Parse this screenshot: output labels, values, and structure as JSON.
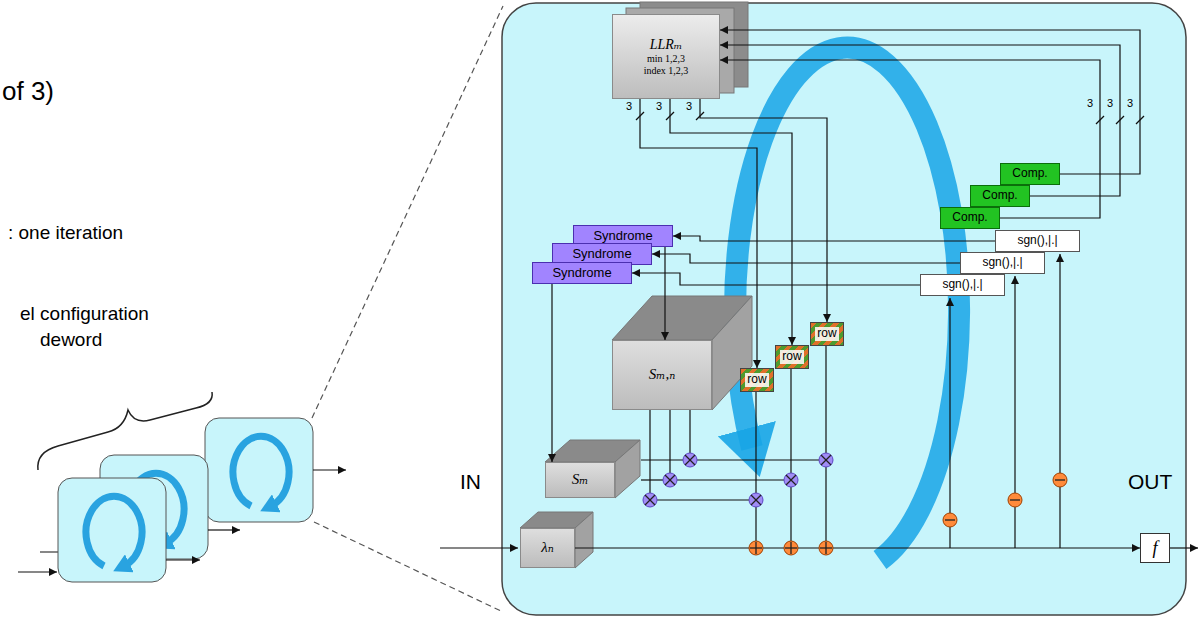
{
  "diagram": {
    "nodes": [
      {
        "text": [
          "LLRₘ",
          "min 1,2,3",
          "index 1,2,3"
        ]
      },
      {
        "text": [
          "Comp."
        ]
      },
      {
        "text": [
          "Comp."
        ]
      },
      {
        "text": [
          "Comp."
        ]
      },
      {
        "text": [
          "sgn(),|.|"
        ]
      },
      {
        "text": [
          "sgn(),|.|"
        ]
      },
      {
        "text": [
          "sgn(),|.|"
        ]
      },
      {
        "text": [
          "Syndrome"
        ]
      },
      {
        "text": [
          "Syndrome"
        ]
      },
      {
        "text": [
          "Syndrome"
        ]
      },
      {
        "text": [
          "Sₘ,ₙ"
        ]
      },
      {
        "text": [
          "Sₘ"
        ]
      },
      {
        "text": [
          "λₙ"
        ]
      },
      {
        "text": [
          "row"
        ]
      },
      {
        "text": [
          "row"
        ]
      },
      {
        "text": [
          "row"
        ]
      },
      {
        "text": [
          "f"
        ]
      }
    ],
    "edges": [
      {
        "from": 1,
        "to": 0,
        "arrow": "to"
      },
      {
        "from": 2,
        "to": 0,
        "arrow": "to"
      },
      {
        "from": 3,
        "to": 0,
        "arrow": "to"
      },
      {
        "from": 4,
        "to": 7,
        "arrow": "to"
      },
      {
        "from": 5,
        "to": 8,
        "arrow": "to"
      },
      {
        "from": 6,
        "to": 9,
        "arrow": "to"
      },
      {
        "from": 0,
        "to": 13,
        "arrow": "to"
      },
      {
        "from": 0,
        "to": 14,
        "arrow": "to"
      },
      {
        "from": 0,
        "to": 15,
        "arrow": "to"
      },
      {
        "from": 7,
        "to": 10,
        "arrow": "to"
      },
      {
        "from": 9,
        "to": 11,
        "arrow": "to"
      },
      {
        "from": 12,
        "to": 16,
        "arrow": "to"
      }
    ],
    "labels": [
      "of 3)",
      ": one iteration",
      "el configuration",
      "deword",
      "IN",
      "OUT",
      "3",
      "3",
      "3",
      "3",
      "3",
      "3"
    ]
  }
}
